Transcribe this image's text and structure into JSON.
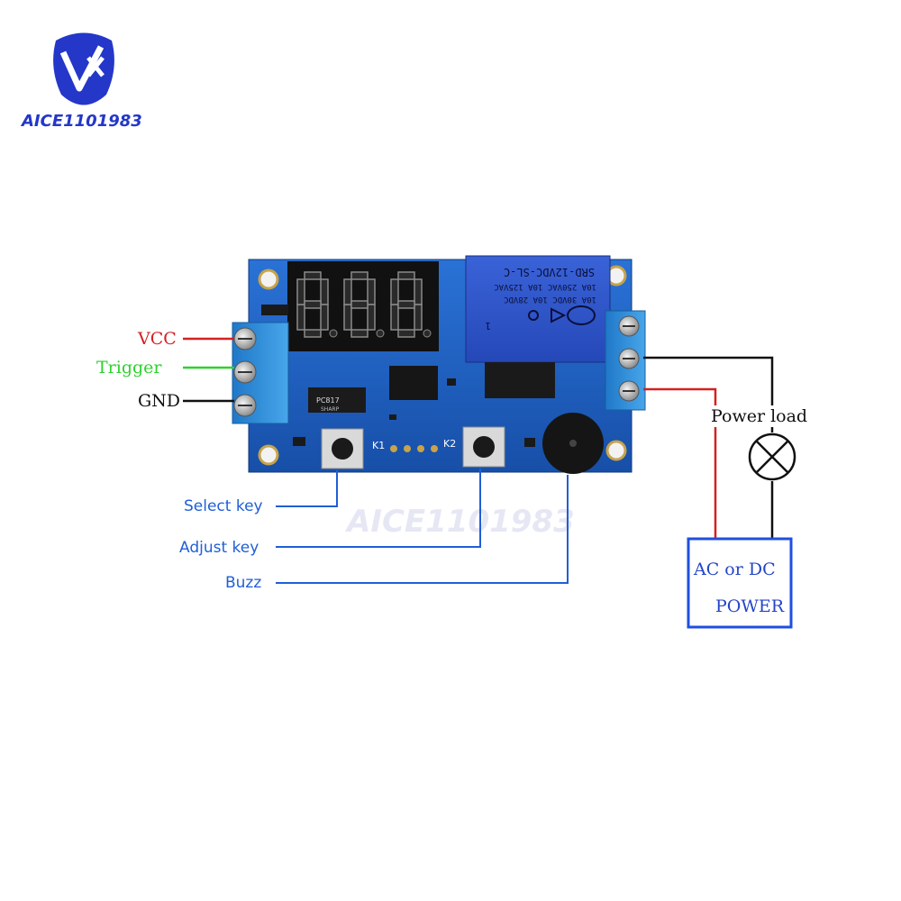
{
  "brand": {
    "logo_text": "AICE1101983",
    "watermark_text": "AICE1101983",
    "color": "#2437c9",
    "accent": "#d62020"
  },
  "board": {
    "display_digits": "8.8.8.",
    "relay_model": "SRD-12VDC-SL-C",
    "relay_rating_1": "10A 250VAC  10A 125VAC",
    "relay_rating_2": "10A 30VDC  10A 28VDC",
    "relay_pin": "1",
    "optocoupler_label": "PC817",
    "optocoupler_maker": "SHARP",
    "key1_label": "K1",
    "key2_label": "K2",
    "pcb_color": "#1e63c8",
    "terminal_color": "#2f8fd8"
  },
  "input_terminals": {
    "vcc_label": "VCC",
    "trigger_label": "Trigger",
    "gnd_label": "GND",
    "vcc_color": "#d42020",
    "trigger_color": "#2ed12e",
    "gnd_color": "#111111"
  },
  "controls": {
    "select_key_label": "Select key",
    "adjust_key_label": "Adjust key",
    "buzz_label": "Buzz",
    "line_color": "#1f5fd6"
  },
  "load_circuit": {
    "power_load_label": "Power load",
    "power_box_line1": "AC or DC",
    "power_box_line2": "POWER",
    "box_color": "#1f4fe0",
    "positive_wire_color": "#d42020",
    "negative_wire_color": "#111111"
  }
}
